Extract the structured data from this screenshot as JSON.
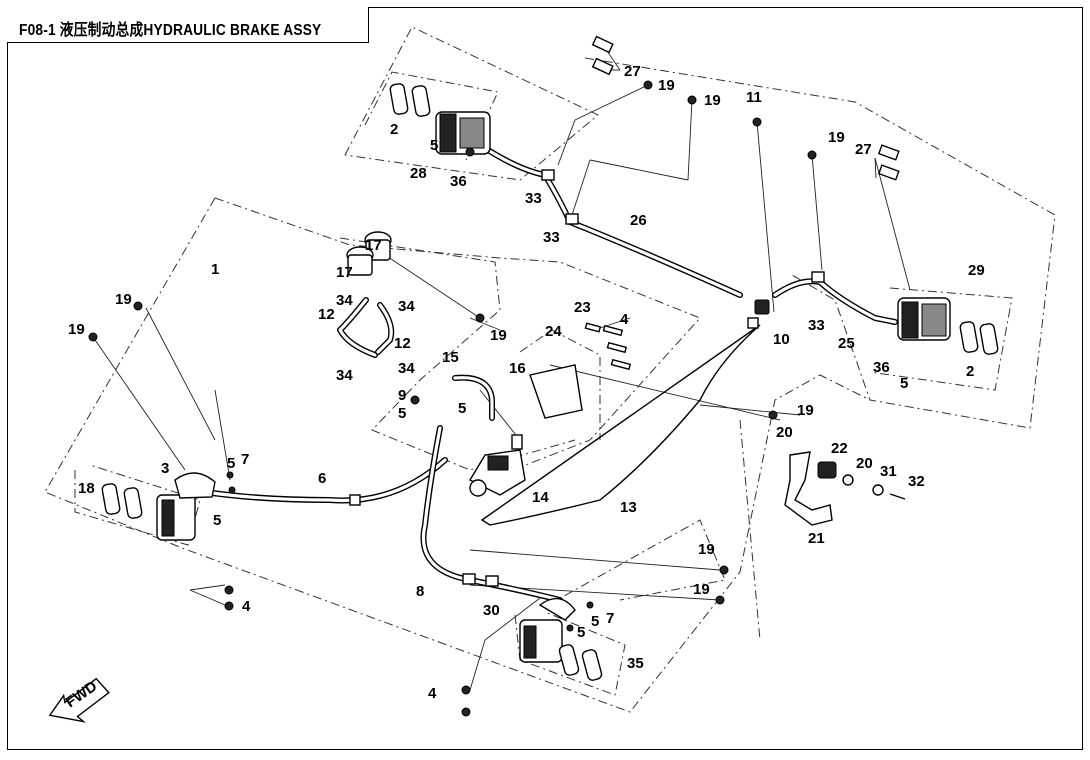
{
  "title": "F08-1 液压制动总成HYDRAULIC BRAKE ASSY",
  "fwd_label": "FWD",
  "callouts": {
    "c27a": "27",
    "c19a": "19",
    "c19b": "19",
    "c11": "11",
    "c19c": "19",
    "c27b": "27",
    "c2a": "2",
    "c5a": "5",
    "c28": "28",
    "c36a": "36",
    "c33a": "33",
    "c33b": "33",
    "c26": "26",
    "c29": "29",
    "c17a": "17",
    "c17b": "17",
    "c1": "1",
    "c19d": "19",
    "c19e": "19",
    "c34a": "34",
    "c34b": "34",
    "c12a": "12",
    "c12b": "12",
    "c34c": "34",
    "c34d": "34",
    "c19f": "19",
    "c23": "23",
    "c24": "24",
    "c4a": "4",
    "c10": "10",
    "c33c": "33",
    "c25": "25",
    "c36b": "36",
    "c5b": "5",
    "c2b": "2",
    "c15": "15",
    "c16": "16",
    "c9": "9",
    "c5c": "5",
    "c5d": "5",
    "c19g": "19",
    "c20a": "20",
    "c22": "22",
    "c20b": "20",
    "c31": "31",
    "c32": "32",
    "c3": "3",
    "c5e": "5",
    "c7a": "7",
    "c18": "18",
    "c6": "6",
    "c5f": "5",
    "c14": "14",
    "c13": "13",
    "c21": "21",
    "c19h": "19",
    "c8": "8",
    "c19i": "19",
    "c4b": "4",
    "c30": "30",
    "c5g": "5",
    "c7b": "7",
    "c5h": "5",
    "c35": "35",
    "c4c": "4"
  }
}
